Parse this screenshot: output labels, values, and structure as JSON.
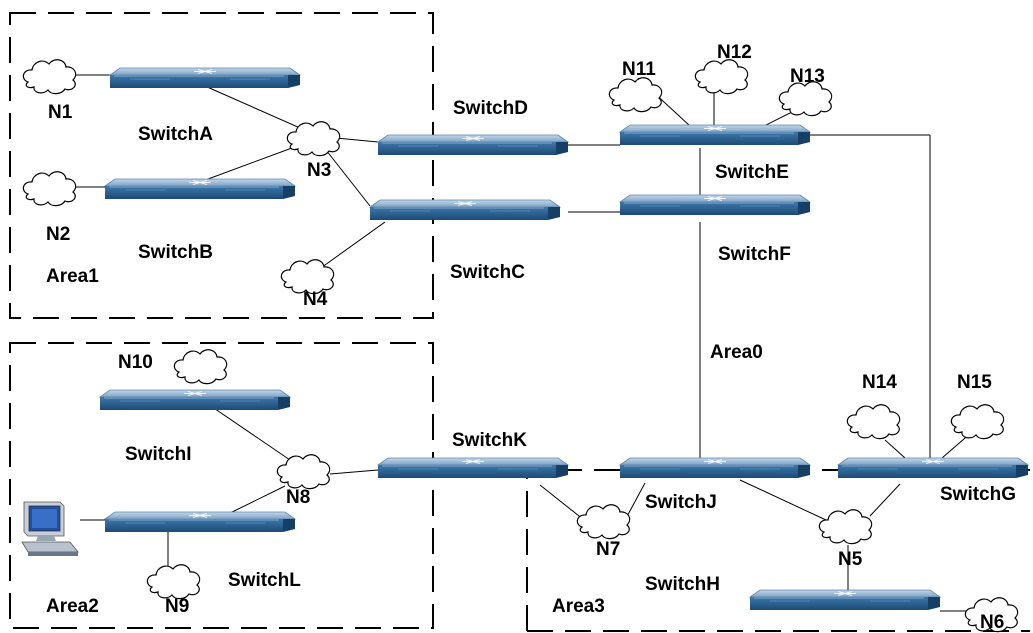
{
  "areas": {
    "area0": "Area0",
    "area1": "Area1",
    "area2": "Area2",
    "area3": "Area3"
  },
  "switches": {
    "a": "SwitchA",
    "b": "SwitchB",
    "c": "SwitchC",
    "d": "SwitchD",
    "e": "SwitchE",
    "f": "SwitchF",
    "g": "SwitchG",
    "h": "SwitchH",
    "i": "SwitchI",
    "j": "SwitchJ",
    "k": "SwitchK",
    "l": "SwitchL"
  },
  "networks": {
    "n1": "N1",
    "n2": "N2",
    "n3": "N3",
    "n4": "N4",
    "n5": "N5",
    "n6": "N6",
    "n7": "N7",
    "n8": "N8",
    "n9": "N9",
    "n10": "N10",
    "n11": "N11",
    "n12": "N12",
    "n13": "N13",
    "n14": "N14",
    "n15": "N15"
  },
  "colors": {
    "switch_top": "#8fb2d1",
    "switch_front": "#2b5f8e",
    "switch_side": "#1d4a74",
    "switch_edge": "#ffffff"
  },
  "icons": {
    "switch": "network-switch-icon",
    "cloud": "network-cloud-icon",
    "host": "computer-icon"
  }
}
